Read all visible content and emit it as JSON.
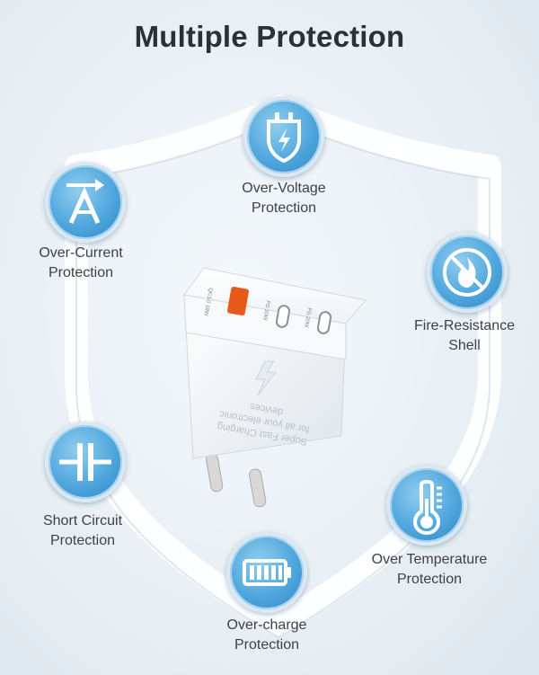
{
  "title": "Multiple Protection",
  "features": [
    {
      "id": "over-voltage",
      "line1": "Over-Voltage",
      "line2": "Protection",
      "icon": "plug-shield-bolt-icon"
    },
    {
      "id": "over-current",
      "line1": "Over-Current",
      "line2": "Protection",
      "icon": "arrow-a-icon"
    },
    {
      "id": "fire-resistance",
      "line1": "Fire-Resistance",
      "line2": "Shell",
      "icon": "no-fire-icon"
    },
    {
      "id": "short-circuit",
      "line1": "Short Circuit",
      "line2": "Protection",
      "icon": "capacitor-icon"
    },
    {
      "id": "over-temperature",
      "line1": "Over Temperature",
      "line2": "Protection",
      "icon": "thermometer-icon"
    },
    {
      "id": "over-charge",
      "line1": "Over-charge",
      "line2": "Protection",
      "icon": "battery-icon"
    }
  ],
  "charger": {
    "front_text": [
      "Super Fast Charging",
      "for all your electronic",
      "devices"
    ],
    "port_labels": [
      "QC3.0 18W",
      "PD 20W",
      "PD 20W"
    ]
  },
  "colors": {
    "badge": "#4fa6dc",
    "title": "#2b3138",
    "label": "#3c4248"
  }
}
